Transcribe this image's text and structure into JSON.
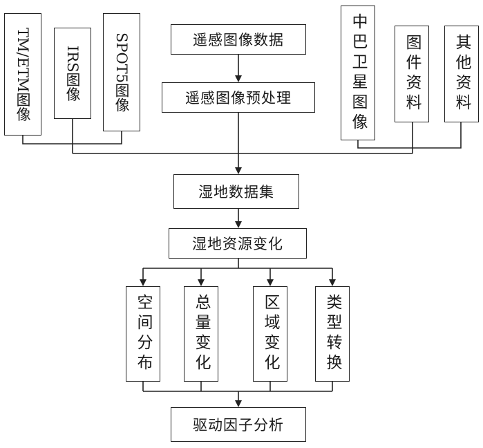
{
  "nodes": {
    "remote_data": "遥感图像数据",
    "preprocess": "遥感图像预处理",
    "tm_etm": "TM/ETM图像",
    "irs": "IRS图像",
    "spot5": "SPOT5图像",
    "cbers": "中巴卫星图像",
    "map_docs": "图件资料",
    "other_docs": "其他资料",
    "wetland_dataset": "湿地数据集",
    "wetland_change": "湿地资源变化",
    "spatial": "空间分布",
    "total": "总量变化",
    "regional": "区域变化",
    "type_conv": "类型转换",
    "drivers": "驱动因子分析"
  }
}
